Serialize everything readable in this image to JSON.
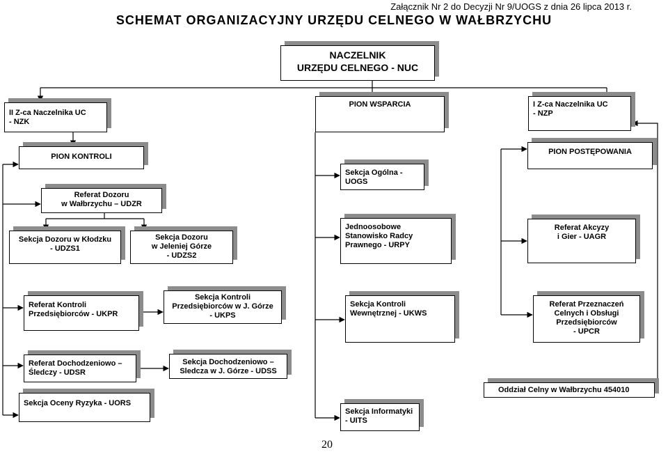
{
  "header": {
    "annex": "Załącznik Nr 2 do Decyzji Nr 9/UOGS z dnia 26 lipca 2013 r.",
    "title": "SCHEMAT ORGANIZACYJNY URZĘDU CELNEGO W WAŁBRZYCHU"
  },
  "units": {
    "naczelnik": "NACZELNIK\nURZĘDU CELNEGO - NUC",
    "nzk": "II Z-ca Naczelnika UC\n- NZK",
    "pion_kontroli": "PION KONTROLI",
    "udzr": "Referat Dozoru\nw Wałbrzychu – UDZR",
    "udzs1": "Sekcja Dozoru w Kłodzku\n- UDZS1",
    "udzs2": "Sekcja Dozoru\nw Jeleniej Górze\n- UDZS2",
    "ukpr": "Referat Kontroli\nPrzedsiębiorców - UKPR",
    "ukps": "Sekcja Kontroli\nPrzedsiębiorców w J. Górze\n- UKPS",
    "udsr": "Referat Dochodzeniowo –\nŚledczy - UDSR",
    "udss": "Sekcja Dochodzeniowo –\nSledcza w J. Górze - UDSS",
    "uors": "Sekcja Oceny Ryzyka - UORS",
    "pion_wsparcia": "PION WSPARCIA",
    "uogs": "Sekcja Ogólna -\nUOGS",
    "urpy": "Jednoosobowe\nStanowisko Radcy\nPrawnego - URPY",
    "ukws": "Sekcja Kontroli\nWewnętrznej - UKWS",
    "uits": "Sekcja Informatyki\n- UITS",
    "nzp": "I Z-ca Naczelnika UC\n- NZP",
    "pion_postepowania": "PION POSTĘPOWANIA",
    "uagr": "Referat Akcyzy\ni Gier - UAGR",
    "upcr": "Referat Przeznaczeń\nCelnych i Obsługi\nPrzedsiębiorców\n- UPCR",
    "oddzial": "Oddział Celny w Wałbrzychu 454010"
  },
  "footer": {
    "page_number": "20"
  }
}
